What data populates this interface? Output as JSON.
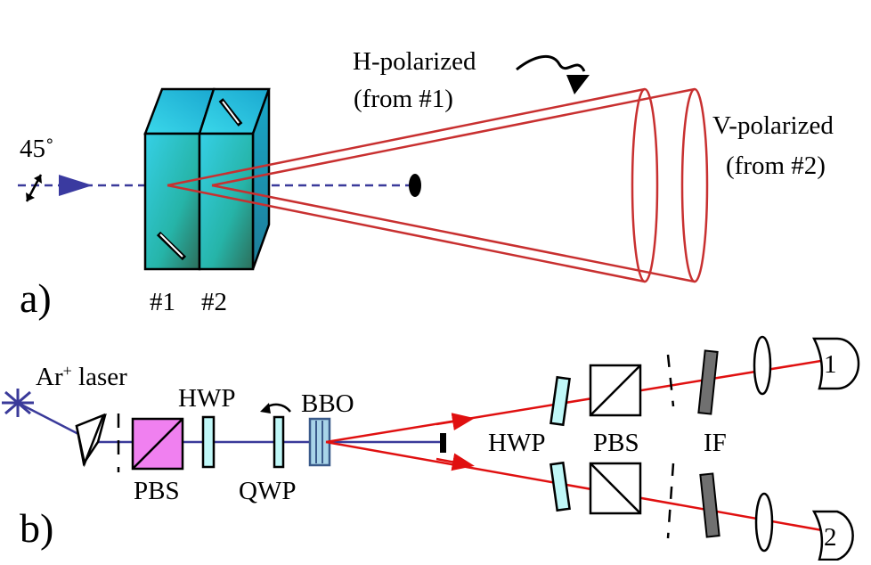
{
  "panel_a": {
    "panel_label": "a)",
    "pump_polarization": "45˚",
    "crystal_labels": [
      "#1",
      "#2"
    ],
    "h_label_line1": "H-polarized",
    "h_label_line2": "(from #1)",
    "v_label_line1": "V-polarized",
    "v_label_line2": "(from #2)"
  },
  "panel_b": {
    "panel_label": "b)",
    "laser_label": "Ar",
    "laser_sup": "+",
    "laser_suffix": " laser",
    "pbs_label": "PBS",
    "hwp_label": "HWP",
    "qwp_label": "QWP",
    "bbo_label": "BBO",
    "arm_hwp_label": "HWP",
    "arm_pbs_label": "PBS",
    "if_label": "IF",
    "detectors": [
      "1",
      "2"
    ]
  },
  "colors": {
    "pump_beam": "#3a3a9a",
    "signal_beam": "#e01010",
    "cone": "#c83030",
    "crystal_front_top": "#2ec8d8",
    "crystal_front_bottom": "#2a8a70",
    "pbs_pump": "#f080f0",
    "waveplate": "#c0f8f8",
    "filter": "#707070"
  }
}
